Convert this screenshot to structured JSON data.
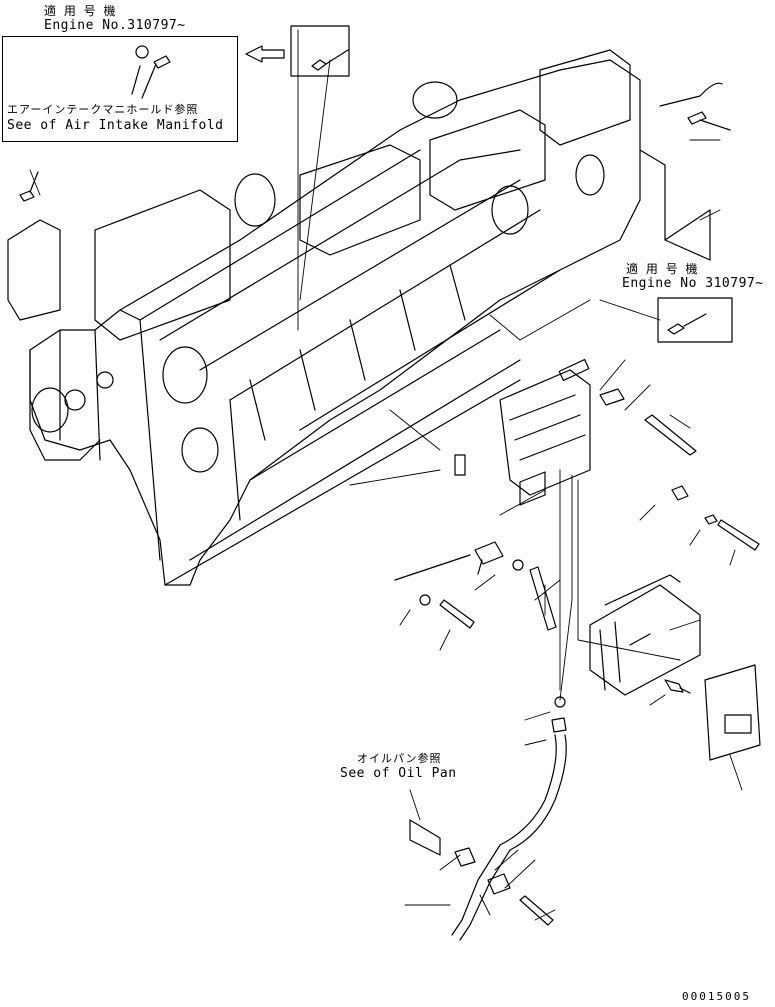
{
  "applicable_top": {
    "label_jp": "適 用 号 機",
    "label_en": "Engine No.310797~"
  },
  "air_intake_ref": {
    "label_jp": "エアーインテークマニホールド参照",
    "label_en": "See of Air Intake Manifold"
  },
  "applicable_right": {
    "label_jp": "適 用 号 機",
    "label_en": "Engine No 310797~"
  },
  "oil_pan_ref": {
    "label_jp": "オイルパン参照",
    "label_en": "See of Oil Pan"
  },
  "drawing_number": "00015005",
  "colors": {
    "ink": "#000000",
    "paper": "#ffffff"
  }
}
